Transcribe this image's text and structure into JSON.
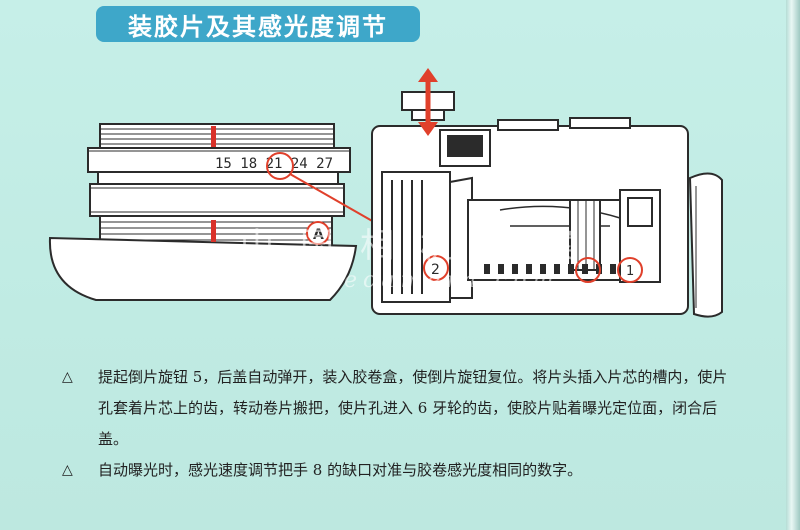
{
  "title": "装胶片及其感光度调节",
  "dial_scale": "15 18 21 24 27",
  "callouts": {
    "auto_mark": "A",
    "chamber_mark": "2",
    "sprocket_mark": "1"
  },
  "watermark": {
    "cn": "中国相机档案",
    "en": "chinesecamera.com"
  },
  "instructions": [
    {
      "marker": "△",
      "text": "提起倒片旋钮 5，后盖自动弹开，装入胶卷盒，使倒片旋钮复位。将片头插入片芯的槽内，使片孔套着片芯上的齿，转动卷片搬把，使片孔进入 6 牙轮的齿，使胶片贴着曝光定位面，闭合后盖。"
    },
    {
      "marker": "△",
      "text": "自动曝光时，感光速度调节把手 8 的缺口对准与胶卷感光度相同的数字。"
    }
  ],
  "colors": {
    "background": "#c4ede6",
    "banner": "#3ea7c9",
    "line_art": "#2b2b2b",
    "accent_red": "#d9322a",
    "arrow": "#e0402b"
  }
}
